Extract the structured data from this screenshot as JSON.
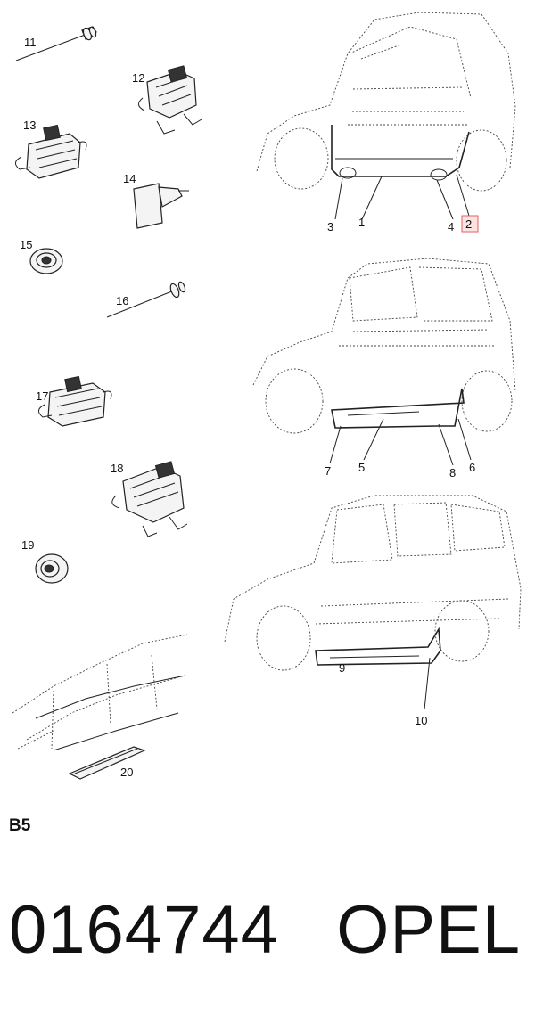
{
  "callouts": {
    "c1": "1",
    "c2": "2",
    "c3": "3",
    "c4": "4",
    "c5": "5",
    "c6": "6",
    "c7": "7",
    "c8": "8",
    "c9": "9",
    "c10": "10",
    "c11": "11",
    "c12": "12",
    "c13": "13",
    "c14": "14",
    "c15": "15",
    "c16": "16",
    "c17": "17",
    "c18": "18",
    "c19": "19",
    "c20": "20"
  },
  "highlighted_callout": "2",
  "highlight_color": "#e06060",
  "section_code": "B5",
  "footer": {
    "part_number": "0164744",
    "brand": "OPEL"
  }
}
